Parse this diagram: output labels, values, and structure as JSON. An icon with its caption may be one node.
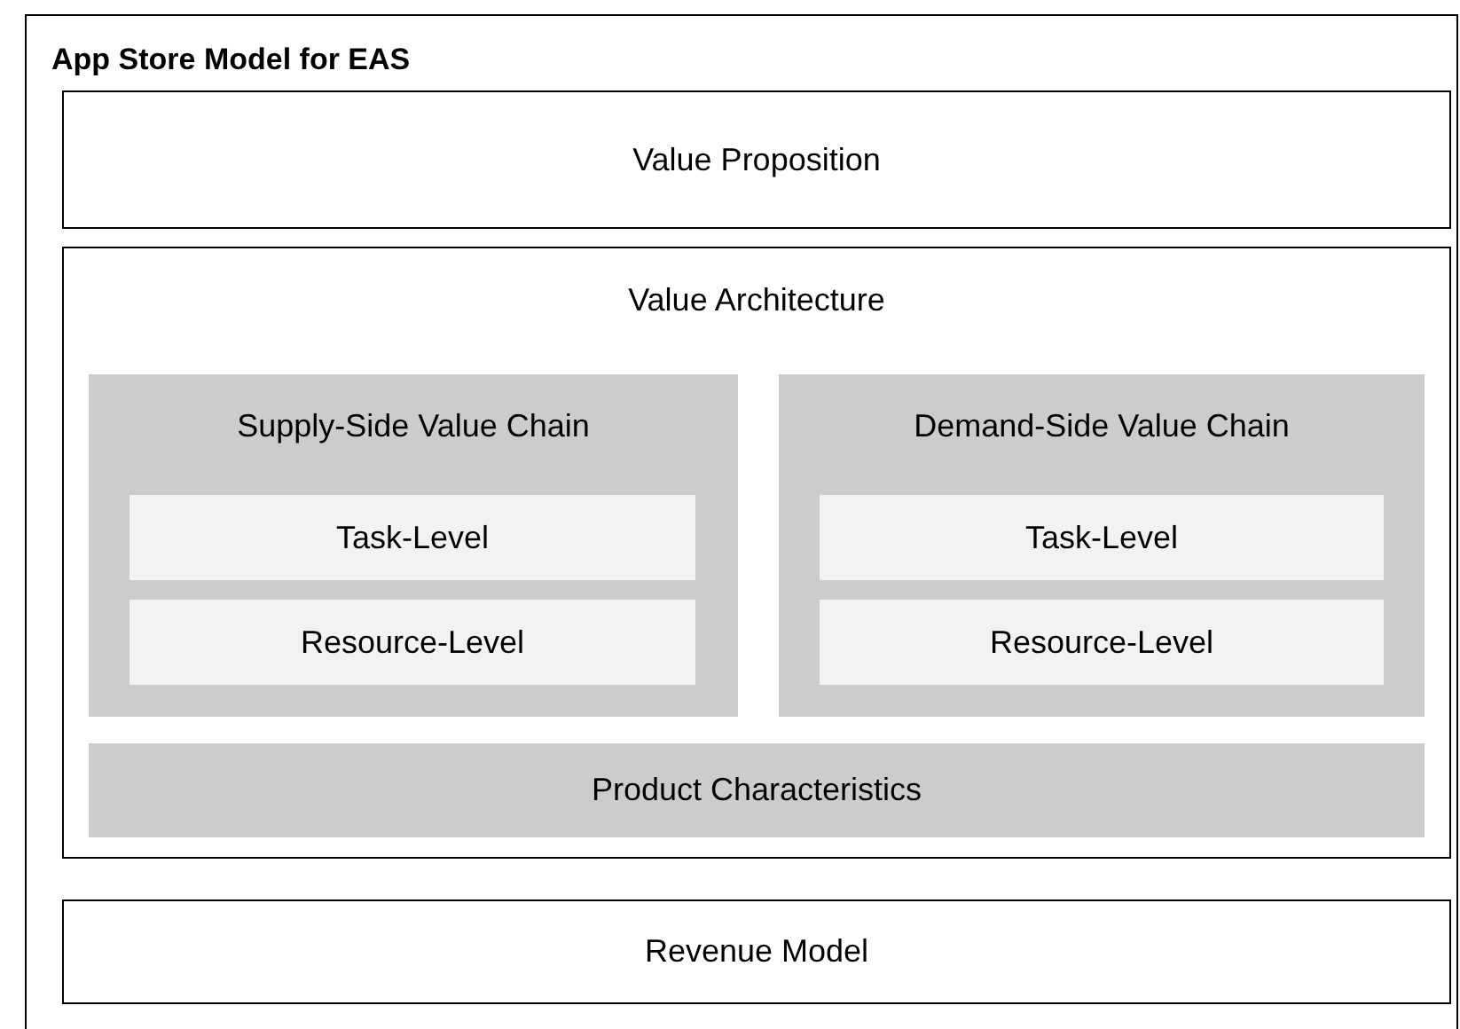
{
  "diagram": {
    "nodes": [
      {
        "text": [
          "App Store Model for EAS"
        ]
      },
      {
        "text": [
          "Value Proposition"
        ],
        "in": 0
      },
      {
        "text": [
          "Value Architecture"
        ],
        "in": 0
      },
      {
        "text": [
          "Supply-Side Value Chain"
        ],
        "in": 2
      },
      {
        "text": [
          "Task-Level"
        ],
        "in": 3
      },
      {
        "text": [
          "Resource-Level"
        ],
        "in": 3
      },
      {
        "text": [
          "Demand-Side Value Chain"
        ],
        "in": 2
      },
      {
        "text": [
          "Task-Level"
        ],
        "in": 6
      },
      {
        "text": [
          "Resource-Level"
        ],
        "in": 6
      },
      {
        "text": [
          "Product Characteristics"
        ],
        "in": 2
      },
      {
        "text": [
          "Revenue Model"
        ],
        "in": 0
      }
    ]
  }
}
